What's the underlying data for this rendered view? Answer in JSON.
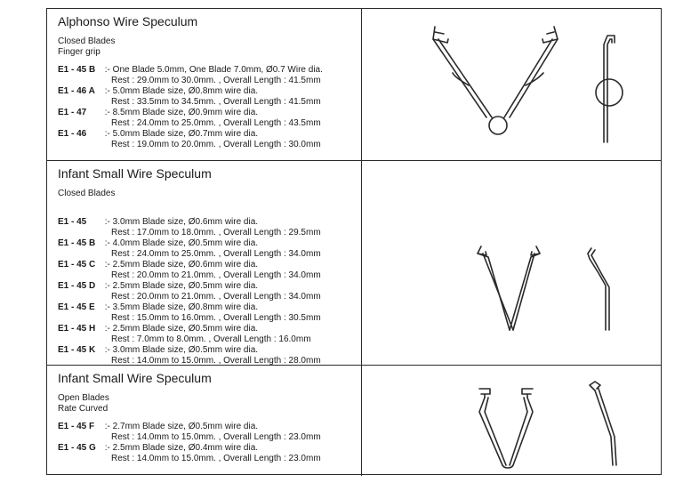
{
  "sections": [
    {
      "title": "Alphonso Wire Speculum",
      "subtitles": [
        "Closed Blades",
        "Finger grip"
      ],
      "specs": [
        {
          "code": "E1 - 45 B",
          "desc": ":- One Blade 5.0mm, One Blade 7.0mm, Ø0.7 Wire dia.",
          "rest": "Rest : 29.0mm to 30.0mm. , Overall Length : 41.5mm"
        },
        {
          "code": "E1 - 46 A",
          "desc": ":- 5.0mm Blade size, Ø0.8mm wire dia.",
          "rest": "Rest : 33.5mm to 34.5mm. , Overall Length : 41.5mm"
        },
        {
          "code": "E1 - 47",
          "desc": ":- 8.5mm Blade size, Ø0.9mm wire dia.",
          "rest": "Rest : 24.0mm to 25.0mm. , Overall Length : 43.5mm"
        },
        {
          "code": "E1 - 46",
          "desc": ":- 5.0mm Blade size, Ø0.7mm wire dia.",
          "rest": "Rest : 19.0mm to 20.0mm. , Overall Length : 30.0mm"
        }
      ]
    },
    {
      "title": "Infant Small Wire Speculum",
      "subtitles": [
        "Closed Blades"
      ],
      "specs": [
        {
          "code": "E1 - 45",
          "desc": ":- 3.0mm Blade size, Ø0.6mm wire dia.",
          "rest": "Rest : 17.0mm to 18.0mm. , Overall Length : 29.5mm"
        },
        {
          "code": "E1 - 45 B",
          "desc": ":- 4.0mm Blade size, Ø0.5mm wire dia.",
          "rest": "Rest : 24.0mm to 25.0mm. , Overall Length : 34.0mm"
        },
        {
          "code": "E1 - 45 C",
          "desc": ":- 2.5mm Blade size, Ø0.6mm wire dia.",
          "rest": "Rest : 20.0mm to 21.0mm. , Overall Length : 34.0mm"
        },
        {
          "code": "E1 - 45 D",
          "desc": ":- 2.5mm Blade size, Ø0.5mm wire dia.",
          "rest": "Rest : 20.0mm to 21.0mm. , Overall Length : 34.0mm"
        },
        {
          "code": "E1 - 45 E",
          "desc": ":- 3.5mm Blade size, Ø0.8mm wire dia.",
          "rest": "Rest : 15.0mm to 16.0mm. , Overall Length : 30.5mm"
        },
        {
          "code": "E1 - 45 H",
          "desc": ":- 2.5mm Blade size, Ø0.5mm wire dia.",
          "rest": "Rest : 7.0mm to 8.0mm. , Overall Length : 16.0mm"
        },
        {
          "code": "E1 - 45 K",
          "desc": ":- 3.0mm Blade size, Ø0.5mm wire dia.",
          "rest": "Rest : 14.0mm to 15.0mm. , Overall Length : 28.0mm"
        }
      ]
    },
    {
      "title": "Infant Small Wire Speculum",
      "subtitles": [
        "Open Blades",
        "Rate Curved"
      ],
      "specs": [
        {
          "code": "E1 - 45 F",
          "desc": ":- 2.7mm Blade size, Ø0.5mm wire dia.",
          "rest": "Rest : 14.0mm to 15.0mm. , Overall Length : 23.0mm"
        },
        {
          "code": "E1 - 45 G",
          "desc": ":- 2.5mm Blade size, Ø0.4mm wire dia.",
          "rest": "Rest : 14.0mm to 15.0mm. , Overall Length : 23.0mm"
        }
      ]
    }
  ],
  "icons": {
    "alphonso_front": "alphonso-speculum-front-icon",
    "alphonso_side": "alphonso-speculum-side-icon",
    "infant_closed_front": "infant-speculum-closed-front-icon",
    "infant_closed_side": "infant-speculum-closed-side-icon",
    "infant_open_front": "infant-speculum-open-front-icon",
    "infant_open_side": "infant-speculum-open-side-icon"
  },
  "colors": {
    "line": "#2a2a2a",
    "text": "#1a1a1a",
    "background": "#ffffff"
  }
}
